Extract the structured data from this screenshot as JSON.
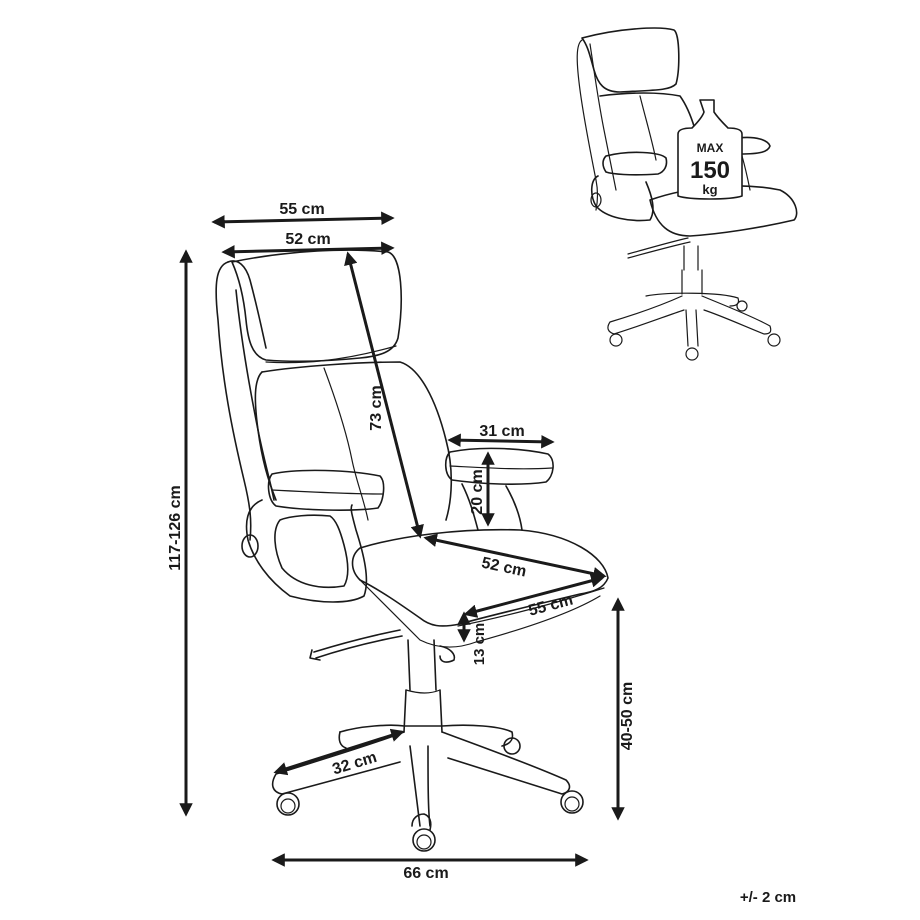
{
  "diagram": {
    "subject": "Office chair dimensions",
    "dimensions": {
      "overall_width": "55 cm",
      "headrest_width": "52 cm",
      "backrest_height": "73 cm",
      "armrest_length": "31 cm",
      "armrest_height": "20 cm",
      "seat_depth": "52 cm",
      "seat_width": "55 cm",
      "seat_thickness": "13 cm",
      "seat_height": "40-50 cm",
      "total_height": "117-126 cm",
      "leg_length": "32 cm",
      "base_diameter": "66 cm"
    },
    "weight_badge": {
      "line1": "MAX",
      "line2": "150",
      "line3": "kg"
    },
    "tolerance": "+/- 2 cm"
  }
}
